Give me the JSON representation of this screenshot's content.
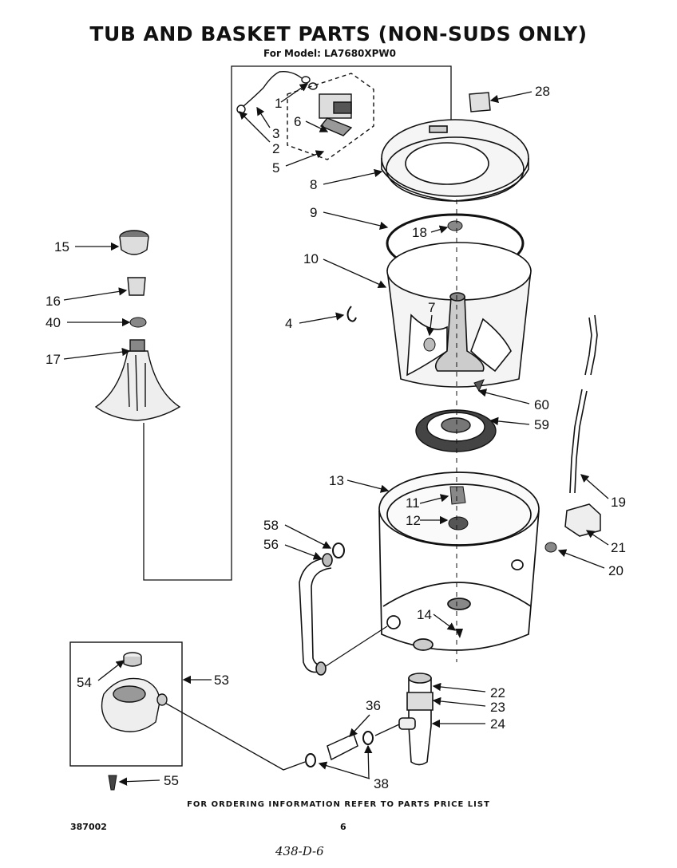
{
  "header": {
    "title": "TUB AND BASKET PARTS (NON-SUDS ONLY)",
    "subtitle": "For Model: LA7680XPW0"
  },
  "footer": {
    "ordering_note": "FOR ORDERING INFORMATION REFER TO PARTS PRICE LIST",
    "doc_number": "387002",
    "page_number": "6",
    "handwritten_code": "438-D-6"
  },
  "callouts": [
    "1",
    "2",
    "3",
    "4",
    "5",
    "6",
    "7",
    "8",
    "9",
    "10",
    "11",
    "12",
    "13",
    "14",
    "15",
    "16",
    "17",
    "18",
    "19",
    "20",
    "21",
    "22",
    "23",
    "24",
    "28",
    "36",
    "38",
    "40",
    "53",
    "54",
    "55",
    "56",
    "58",
    "59",
    "60"
  ]
}
